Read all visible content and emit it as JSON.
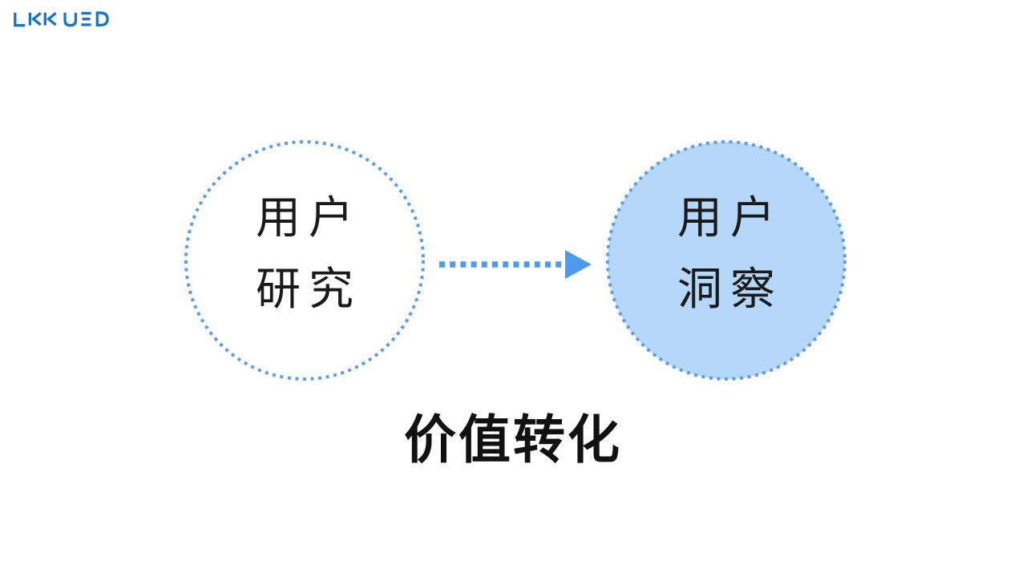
{
  "logo": {
    "text": "LKK UED",
    "color": "#1b74c8"
  },
  "diagram": {
    "left_circle": {
      "label_line1": "用户",
      "label_line2": "研究",
      "fill": "#ffffff",
      "border_color": "#5e9ce7",
      "border_style": "dotted"
    },
    "right_circle": {
      "label_line1": "用户",
      "label_line2": "洞察",
      "fill": "#b5d8fa",
      "border_color": "#5e9ce7",
      "border_style": "dotted"
    },
    "arrow": {
      "direction": "right",
      "style": "dotted",
      "color": "#4e9af0"
    }
  },
  "caption": {
    "text": "价值转化"
  }
}
